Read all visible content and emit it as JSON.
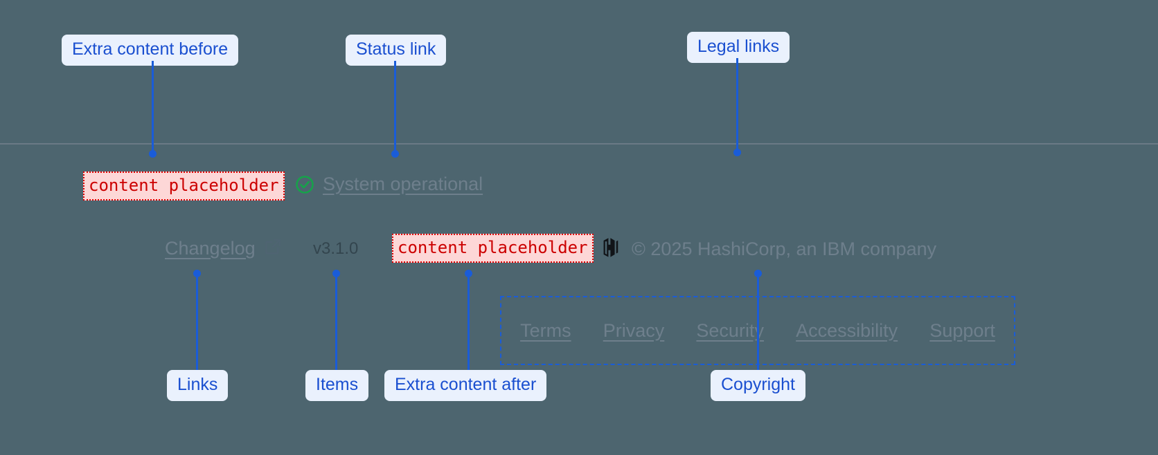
{
  "theme": {
    "background": "#4d656f",
    "divider": "#6b7a86",
    "muted_text": "#6e7f8c",
    "dark_text": "#33454e",
    "annotation_blue": "#1a5cd8",
    "annotation_bg": "#eaf1fd",
    "placeholder_red": "#cc0000",
    "placeholder_bg": "#fdd7d7",
    "status_green": "#16a34a"
  },
  "footer": {
    "extra_content_before": "content placeholder",
    "extra_content_after": "content placeholder",
    "status": {
      "icon": "check-circle-icon",
      "label": "System operational"
    },
    "legal_links": [
      {
        "label": "Terms"
      },
      {
        "label": "Privacy"
      },
      {
        "label": "Security"
      },
      {
        "label": "Accessibility"
      },
      {
        "label": "Support"
      }
    ],
    "links": [
      {
        "label": "Changelog",
        "icon": "external-link-icon"
      }
    ],
    "items": [
      {
        "label": "v3.1.0"
      }
    ],
    "copyright": {
      "logo": "hashicorp-logo-icon",
      "text": "© 2025 HashiCorp, an IBM company"
    }
  },
  "annotations": [
    {
      "id": "extra-content-before",
      "label": "Extra content before"
    },
    {
      "id": "status-link",
      "label": "Status link"
    },
    {
      "id": "legal-links",
      "label": "Legal links"
    },
    {
      "id": "links",
      "label": "Links"
    },
    {
      "id": "items",
      "label": "Items"
    },
    {
      "id": "extra-content-after",
      "label": "Extra content after"
    },
    {
      "id": "copyright",
      "label": "Copyright"
    }
  ]
}
